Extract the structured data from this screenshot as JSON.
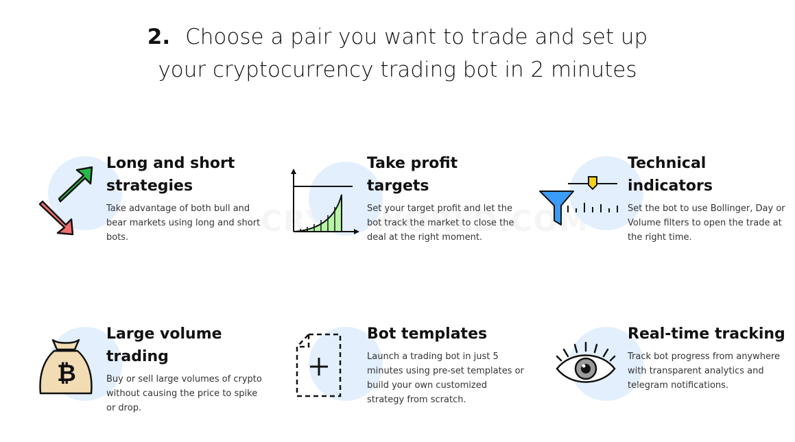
{
  "heading": {
    "number": "2.",
    "line1": "Choose a pair you want to trade and set up",
    "line2": "your cryptocurrency trading bot in 2 minutes"
  },
  "watermark": "CRYPTWORLD.COM",
  "features": [
    {
      "title_line1": "Long and short",
      "title_line2": "strategies",
      "desc_line1": "Take advantage of both bull and",
      "desc_line2": "bear markets using long and short",
      "desc_line3": "bots.",
      "icon": "long-short-arrows-icon"
    },
    {
      "title_line1": "Take profit",
      "title_line2": "targets",
      "desc_line1": "Set your target profit and let the",
      "desc_line2": "bot track the market to close the",
      "desc_line3": "deal at the right moment.",
      "icon": "profit-chart-icon"
    },
    {
      "title_line1": "Technical",
      "title_line2": "indicators",
      "desc_line1": "Set the bot to use Bollinger, Day or",
      "desc_line2": "Volume filters to open the trade at",
      "desc_line3": "the right time.",
      "icon": "filter-funnel-icon"
    },
    {
      "title_line1": "Large volume",
      "title_line2": "trading",
      "desc_line1": "Buy or sell large volumes of crypto",
      "desc_line2": "without causing the price to spike",
      "desc_line3": "or drop.",
      "icon": "bitcoin-money-bag-icon"
    },
    {
      "title_line1": "Bot templates",
      "desc_line1": "Launch a trading bot in just 5",
      "desc_line2": "minutes using pre-set templates or",
      "desc_line3": "build your own customized",
      "desc_line4": "strategy from scratch.",
      "icon": "add-template-icon"
    },
    {
      "title_line1": "Real-time tracking",
      "desc_line1": "Track bot progress from anywhere",
      "desc_line2": "with transparent analytics and",
      "desc_line3": "telegram notifications.",
      "icon": "eye-icon"
    }
  ],
  "colors": {
    "circle": "#e3effd",
    "arrow_up": "#27b94a",
    "arrow_down": "#f26e6e",
    "chart_fill": "#b7f5a5",
    "funnel": "#3b9cf5",
    "indicator": "#f5d21a",
    "bag": "#f2dcb3",
    "eye_iris": "#9a9a9a"
  }
}
